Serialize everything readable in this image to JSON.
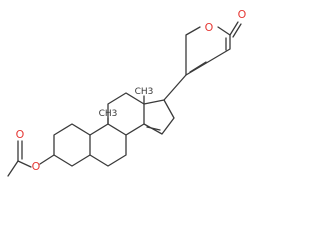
{
  "structure": {
    "labels": {
      "ring_oxygen": "O",
      "carbonyl_oxygen": "O",
      "ester_oxygen": "O",
      "ester_carbonyl_oxygen": "O",
      "methyl_c10": "CH3",
      "methyl_c13": "CH3"
    },
    "colors": {
      "bond": "#3a3a3a",
      "heteroatom": "#e53935",
      "background": "#ffffff"
    }
  }
}
